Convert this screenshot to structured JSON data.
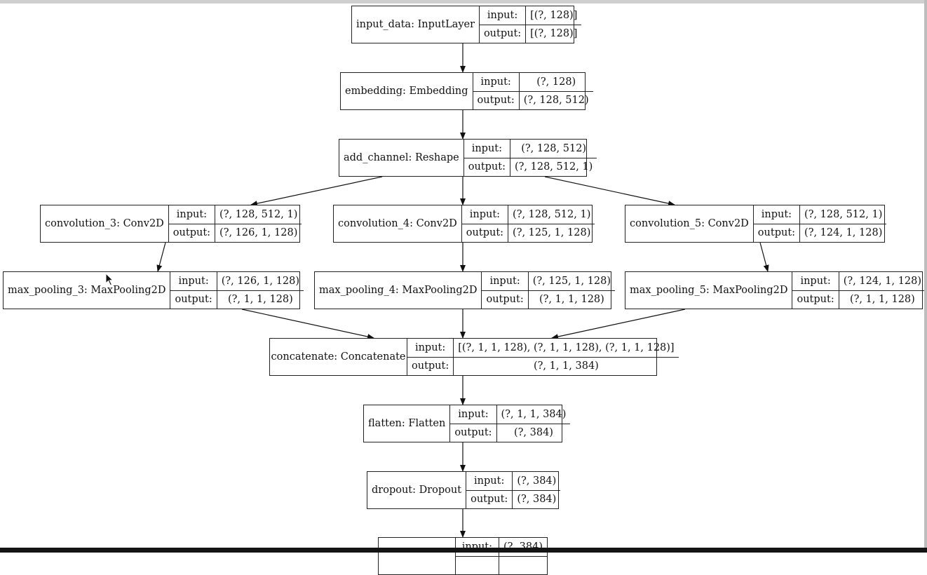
{
  "nodes": {
    "input_data": {
      "name": "input_data: InputLayer",
      "input_label": "input:",
      "output_label": "output:",
      "input": "[(?, 128)]",
      "output": "[(?, 128)]"
    },
    "embedding": {
      "name": "embedding: Embedding",
      "input_label": "input:",
      "output_label": "output:",
      "input": "(?, 128)",
      "output": "(?, 128, 512)"
    },
    "add_channel": {
      "name": "add_channel: Reshape",
      "input_label": "input:",
      "output_label": "output:",
      "input": "(?, 128, 512)",
      "output": "(?, 128, 512, 1)"
    },
    "convolution_3": {
      "name": "convolution_3: Conv2D",
      "input_label": "input:",
      "output_label": "output:",
      "input": "(?, 128, 512, 1)",
      "output": "(?, 126, 1, 128)"
    },
    "convolution_4": {
      "name": "convolution_4: Conv2D",
      "input_label": "input:",
      "output_label": "output:",
      "input": "(?, 128, 512, 1)",
      "output": "(?, 125, 1, 128)"
    },
    "convolution_5": {
      "name": "convolution_5: Conv2D",
      "input_label": "input:",
      "output_label": "output:",
      "input": "(?, 128, 512, 1)",
      "output": "(?, 124, 1, 128)"
    },
    "max_pooling_3": {
      "name": "max_pooling_3: MaxPooling2D",
      "input_label": "input:",
      "output_label": "output:",
      "input": "(?, 126, 1, 128)",
      "output": "(?, 1, 1, 128)"
    },
    "max_pooling_4": {
      "name": "max_pooling_4: MaxPooling2D",
      "input_label": "input:",
      "output_label": "output:",
      "input": "(?, 125, 1, 128)",
      "output": "(?, 1, 1, 128)"
    },
    "max_pooling_5": {
      "name": "max_pooling_5: MaxPooling2D",
      "input_label": "input:",
      "output_label": "output:",
      "input": "(?, 124, 1, 128)",
      "output": "(?, 1, 1, 128)"
    },
    "concatenate": {
      "name": "concatenate: Concatenate",
      "input_label": "input:",
      "output_label": "output:",
      "input": "[(?, 1, 1, 128), (?, 1, 1, 128), (?, 1, 1, 128)]",
      "output": "(?, 1, 1, 384)"
    },
    "flatten": {
      "name": "flatten: Flatten",
      "input_label": "input:",
      "output_label": "output:",
      "input": "(?, 1, 1, 384)",
      "output": "(?, 384)"
    },
    "dropout": {
      "name": "dropout: Dropout",
      "input_label": "input:",
      "output_label": "output:",
      "input": "(?, 384)",
      "output": "(?, 384)"
    },
    "next_layer": {
      "name": "",
      "input_label": "input:",
      "input": "(?, 384)"
    }
  },
  "edges": [
    [
      "input_data",
      "embedding"
    ],
    [
      "embedding",
      "add_channel"
    ],
    [
      "add_channel",
      "convolution_3"
    ],
    [
      "add_channel",
      "convolution_4"
    ],
    [
      "add_channel",
      "convolution_5"
    ],
    [
      "convolution_3",
      "max_pooling_3"
    ],
    [
      "convolution_4",
      "max_pooling_4"
    ],
    [
      "convolution_5",
      "max_pooling_5"
    ],
    [
      "max_pooling_3",
      "concatenate"
    ],
    [
      "max_pooling_4",
      "concatenate"
    ],
    [
      "max_pooling_5",
      "concatenate"
    ],
    [
      "concatenate",
      "flatten"
    ],
    [
      "flatten",
      "dropout"
    ],
    [
      "dropout",
      "next_layer"
    ]
  ]
}
